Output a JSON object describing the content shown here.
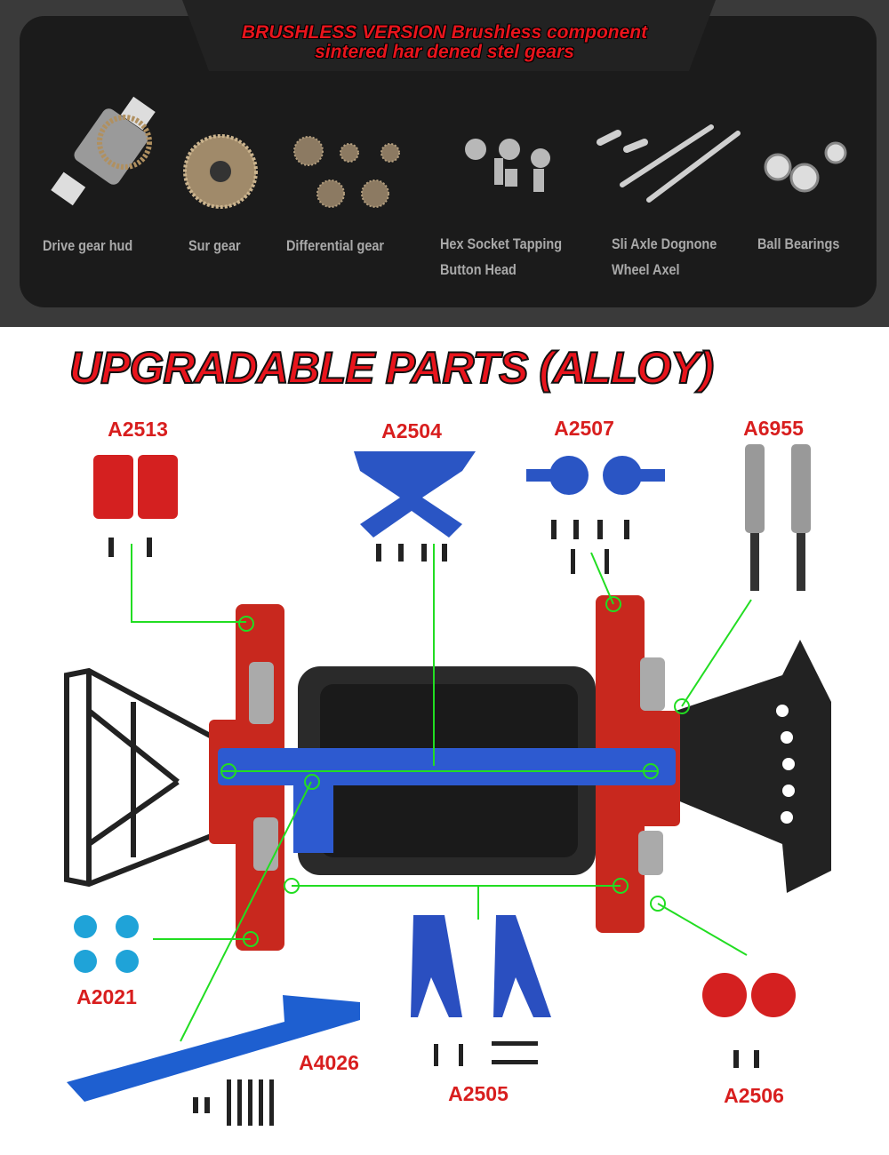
{
  "banner": {
    "line1": "BRUSHLESS VERSION Brushless component",
    "line2": "sintered har dened stel gears"
  },
  "components": [
    {
      "label": "Drive gear hud"
    },
    {
      "label": "Sur gear"
    },
    {
      "label": "Differential gear"
    },
    {
      "label": "Hex Socket Tapping",
      "label2": "Button Head"
    },
    {
      "label": "Sli Axle Dognone",
      "label2": "Wheel Axel"
    },
    {
      "label": "Ball Bearings"
    }
  ],
  "title": "UPGRADABLE PARTS (ALLOY)",
  "parts": [
    {
      "code": "A2513",
      "color": "#d42020"
    },
    {
      "code": "A2504",
      "color": "#2a4fc0"
    },
    {
      "code": "A2507",
      "color": "#2a4fc0"
    },
    {
      "code": "A6955",
      "color": "#888888"
    },
    {
      "code": "A2021",
      "color": "#1fa3d8"
    },
    {
      "code": "A4026",
      "color": "#1e5fd0"
    },
    {
      "code": "A2505",
      "color": "#2a4fc0"
    },
    {
      "code": "A2506",
      "color": "#d42020"
    }
  ],
  "colors": {
    "leader": "#22dd22",
    "label": "#d81e1e"
  }
}
